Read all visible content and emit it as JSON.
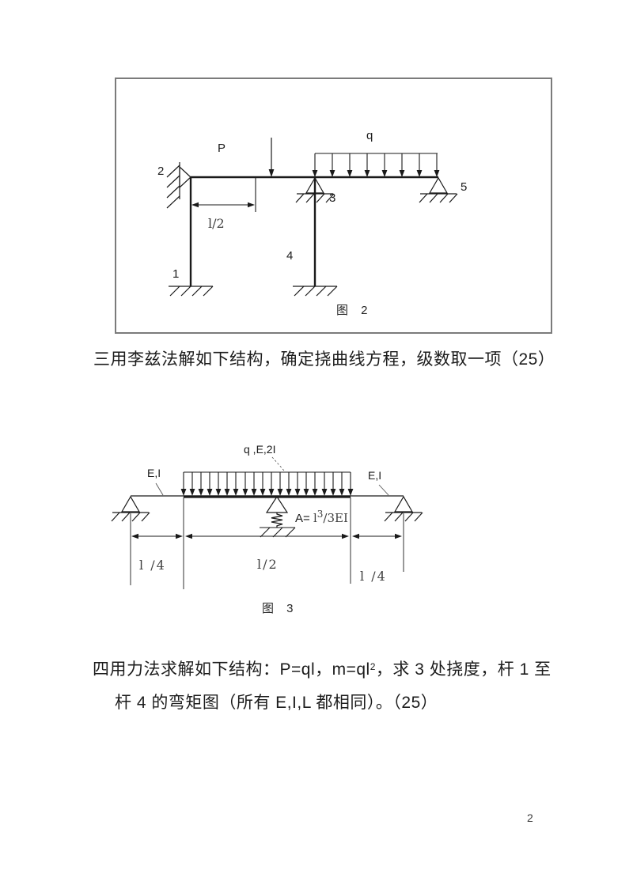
{
  "page": {
    "number": "2"
  },
  "figure2": {
    "caption": "图 2",
    "labels": {
      "p": "P",
      "q": "q",
      "node1": "1",
      "node2": "2",
      "node3": "3",
      "node4": "4",
      "node5": "5",
      "dim_half": "l/2"
    }
  },
  "problem3": {
    "text": "三用李兹法解如下结构，确定挠曲线方程，级数取一项（25）"
  },
  "figure3": {
    "caption": "图 3",
    "labels": {
      "load": "q ,E,2I",
      "ei_left": "E,I",
      "ei_right": "E,I",
      "spring_prefix": "A= ",
      "spring_l": "l",
      "spring_sup": "3",
      "spring_rest": "/3EI",
      "dim_left": "l /4",
      "dim_mid": "l/2",
      "dim_right": "l /4"
    }
  },
  "problem4": {
    "line1_pre": "四用力法求解如下结构：P=ql，m=ql",
    "line1_sup": "2",
    "line1_post": "，求 3 处挠度，杆 1 至",
    "line2": "杆 4 的弯矩图（所有 E,I,L 都相同）。（25）"
  }
}
